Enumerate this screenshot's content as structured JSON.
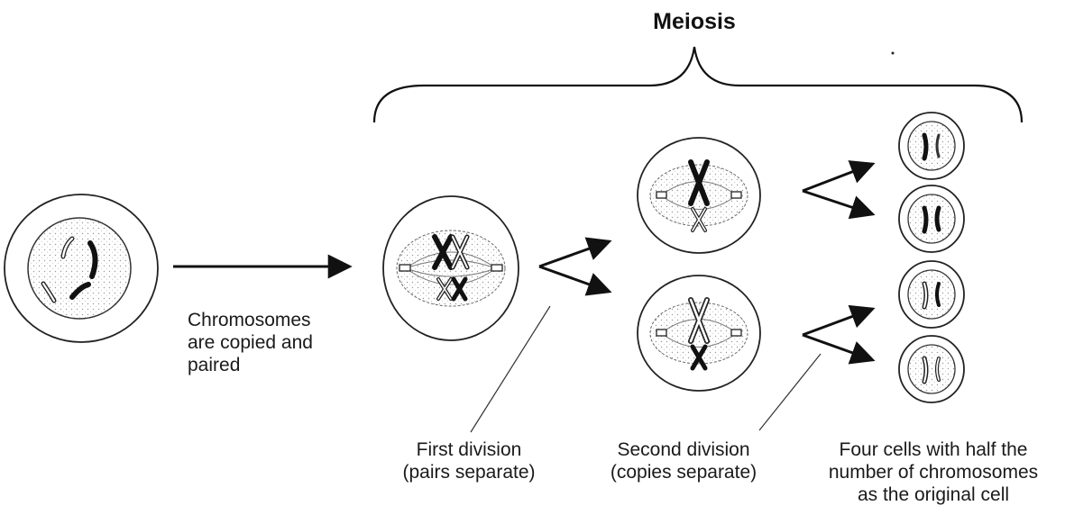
{
  "title": "Meiosis",
  "labels": {
    "copied": [
      "Chromosomes",
      "are copied and",
      "paired"
    ],
    "first": [
      "First division",
      "(pairs separate)"
    ],
    "second": [
      "Second division",
      "(copies separate)"
    ],
    "four": [
      "Four cells with half the",
      "number of chromosomes",
      "as the original cell"
    ]
  }
}
